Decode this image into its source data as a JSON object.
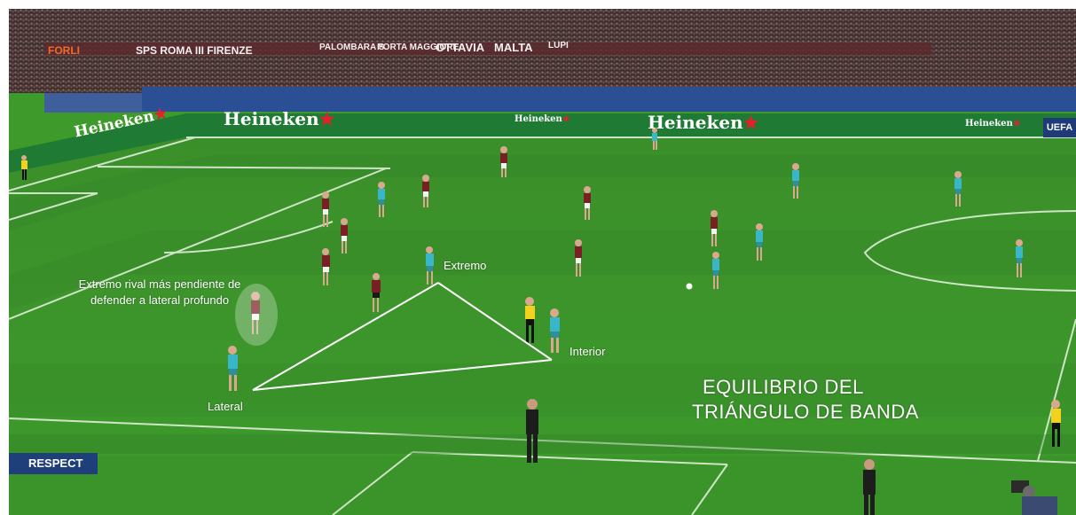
{
  "scene": {
    "description_type": "football broadcast frame with tactical overlay",
    "colors": {
      "pitch": "#3f9a2c",
      "pitch_dark": "#34862a",
      "team_red": "#7a1f23",
      "team_cyan": "#39b7c9",
      "referee": "#f2d21b",
      "overlay_line": "#ffffff"
    }
  },
  "stand_boards": [
    "FORLI",
    "SPS ROMA III FIRENZE",
    "PALOMBARA S.",
    "PORTA MAGGIORE",
    "OTTAVIA",
    "MALTA",
    "LUPI"
  ],
  "sponsor": {
    "name": "Heineken",
    "star": "★"
  },
  "uefa_badge": "UEFA",
  "respect_board": "RESPECT",
  "labels": {
    "extremo": "Extremo",
    "interior": "Interior",
    "lateral": "Lateral",
    "rival_note": "Extremo rival más pendiente de defender a lateral profundo",
    "title_line1": "EQUILIBRIO DEL",
    "title_line2": "TRIÁNGULO DE BANDA"
  }
}
